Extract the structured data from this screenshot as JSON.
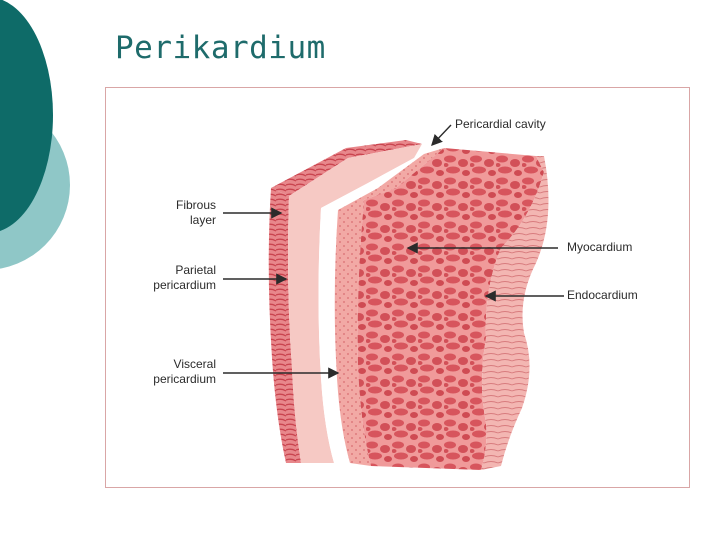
{
  "title": "Perikardium",
  "colors": {
    "title": "#1e6b6b",
    "deco_dark": "#0e6b68",
    "deco_light": "#8fc7c7",
    "frame_border": "#d9a6a6",
    "tissue_dark": "#d7555d",
    "tissue_mid": "#e98a8c",
    "tissue_light": "#f6c9c4",
    "arrow": "#2b2b2b"
  },
  "labels": {
    "pericardial_cavity": "Pericardial cavity",
    "fibrous_layer": [
      "Fibrous",
      "layer"
    ],
    "parietal_pericardium": [
      "Parietal",
      "pericardium"
    ],
    "visceral_pericardium": [
      "Visceral",
      "pericardium"
    ],
    "myocardium": "Myocardium",
    "endocardium": "Endocardium"
  }
}
